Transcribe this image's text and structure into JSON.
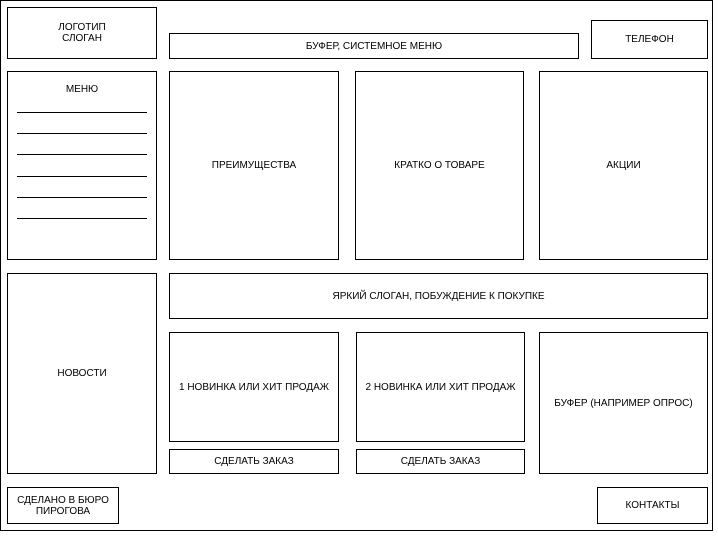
{
  "header": {
    "logo_text": "ЛОГОТИП\nСЛОГАН",
    "system_menu_text": "БУФЕР, СИСТЕМНОЕ МЕНЮ",
    "phone_text": "ТЕЛЕФОН"
  },
  "sidebar": {
    "menu_title": "МЕНЮ",
    "menu_lines_count": 6,
    "news_text": "НОВОСТИ"
  },
  "top_blocks": {
    "advantages_text": "ПРЕИМУЩЕСТВА",
    "product_brief_text": "КРАТКО О ТОВАРЕ",
    "promotions_text": "АКЦИИ"
  },
  "promo": {
    "slogan_text": "ЯРКИЙ СЛОГАН, ПОБУЖДЕНИЕ К ПОКУПКЕ",
    "product1_text": "1 НОВИНКА ИЛИ ХИТ ПРОДАЖ",
    "product2_text": "2 НОВИНКА ИЛИ ХИТ ПРОДАЖ",
    "order1_text": "СДЕЛАТЬ ЗАКАЗ",
    "order2_text": "СДЕЛАТЬ ЗАКАЗ",
    "poll_text": "БУФЕР (НАПРИМЕР ОПРОС)"
  },
  "footer": {
    "credits_text": "СДЕЛАНО В БЮРО\nПИРОГОВА",
    "contacts_text": "КОНТАКТЫ"
  }
}
